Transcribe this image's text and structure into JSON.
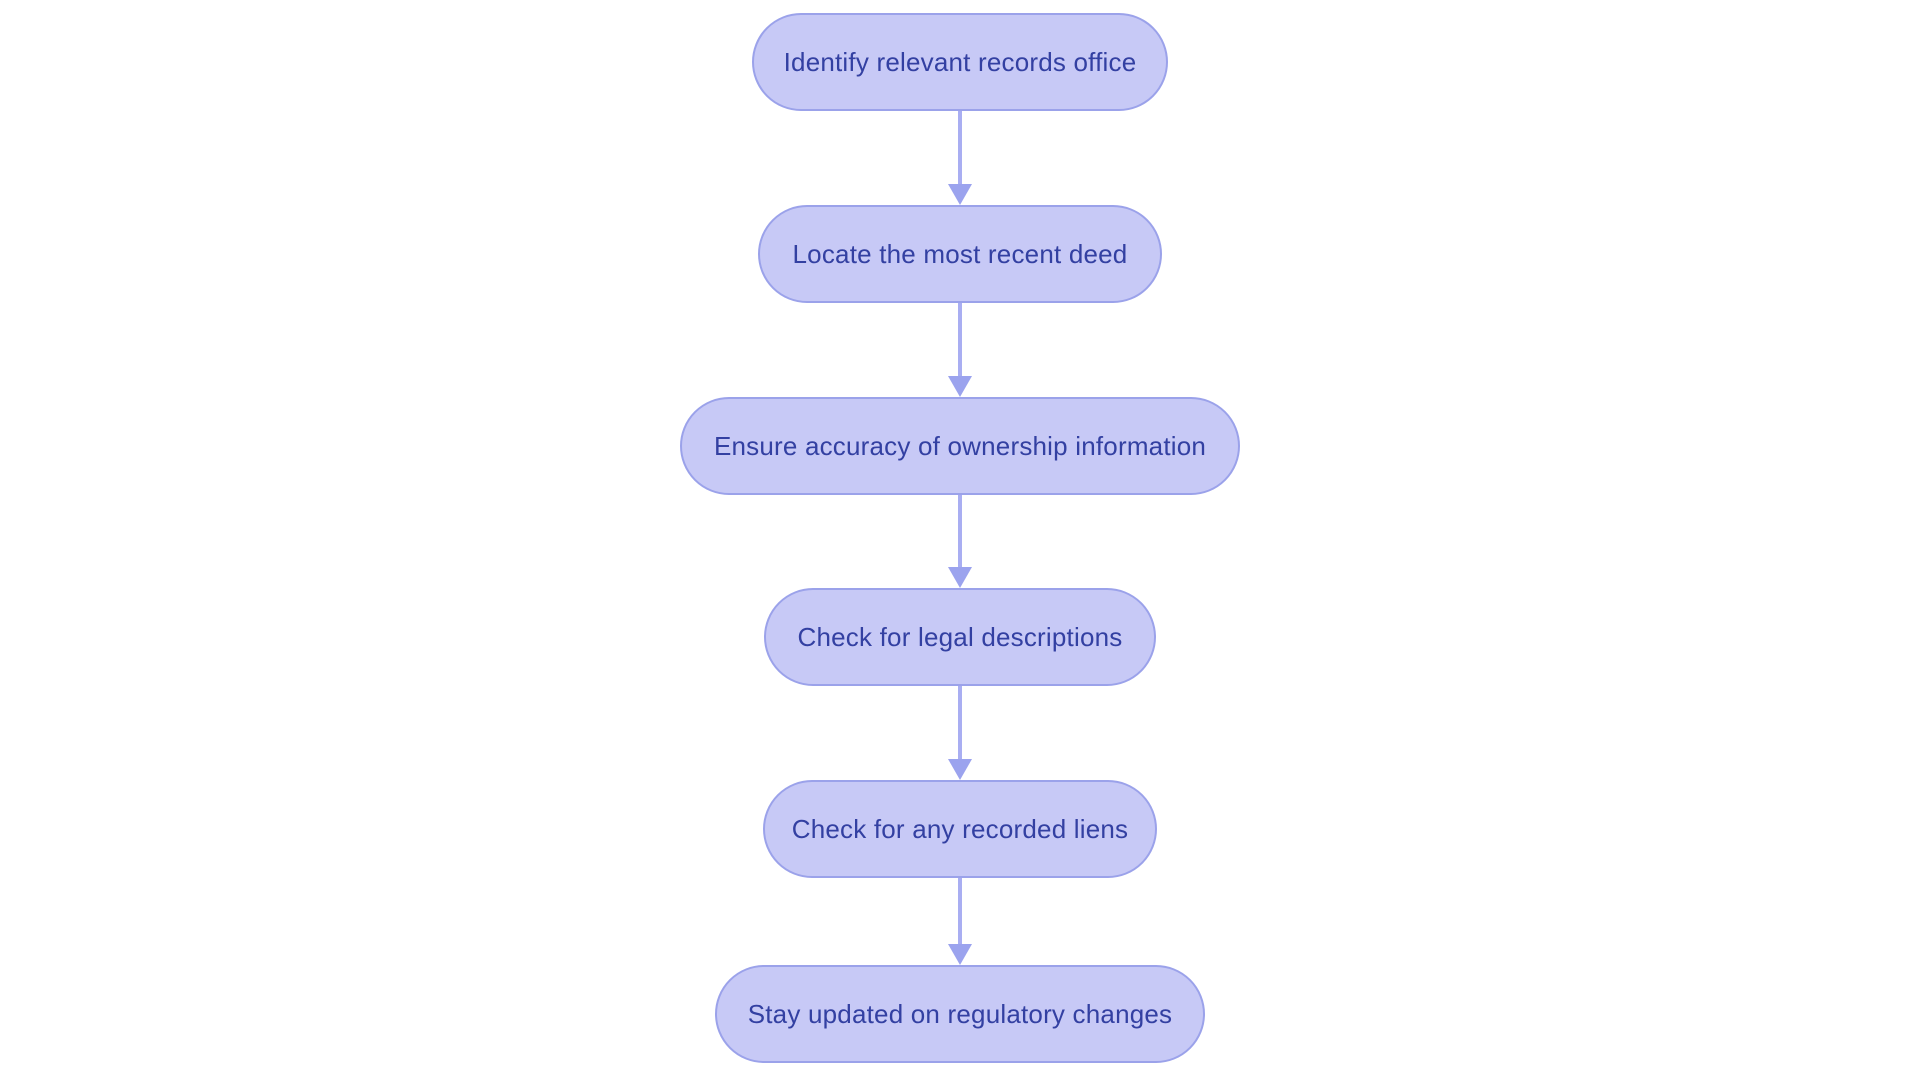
{
  "diagram": {
    "type": "flowchart",
    "direction": "top-down",
    "background": "#ffffff",
    "colors": {
      "node_fill": "#c7c9f6",
      "node_border": "#9ba2ea",
      "node_text": "#3340a2",
      "arrow": "#9ba3ee",
      "arrow_stem": "#a9aef2"
    },
    "nodes": [
      {
        "label": "Identify relevant records office"
      },
      {
        "label": "Locate the most recent deed"
      },
      {
        "label": "Ensure accuracy of ownership information"
      },
      {
        "label": "Check for legal descriptions"
      },
      {
        "label": "Check for any recorded liens"
      },
      {
        "label": "Stay updated on regulatory changes"
      }
    ],
    "edges": [
      {
        "from": 0,
        "to": 1
      },
      {
        "from": 1,
        "to": 2
      },
      {
        "from": 2,
        "to": 3
      },
      {
        "from": 3,
        "to": 4
      },
      {
        "from": 4,
        "to": 5
      }
    ]
  }
}
